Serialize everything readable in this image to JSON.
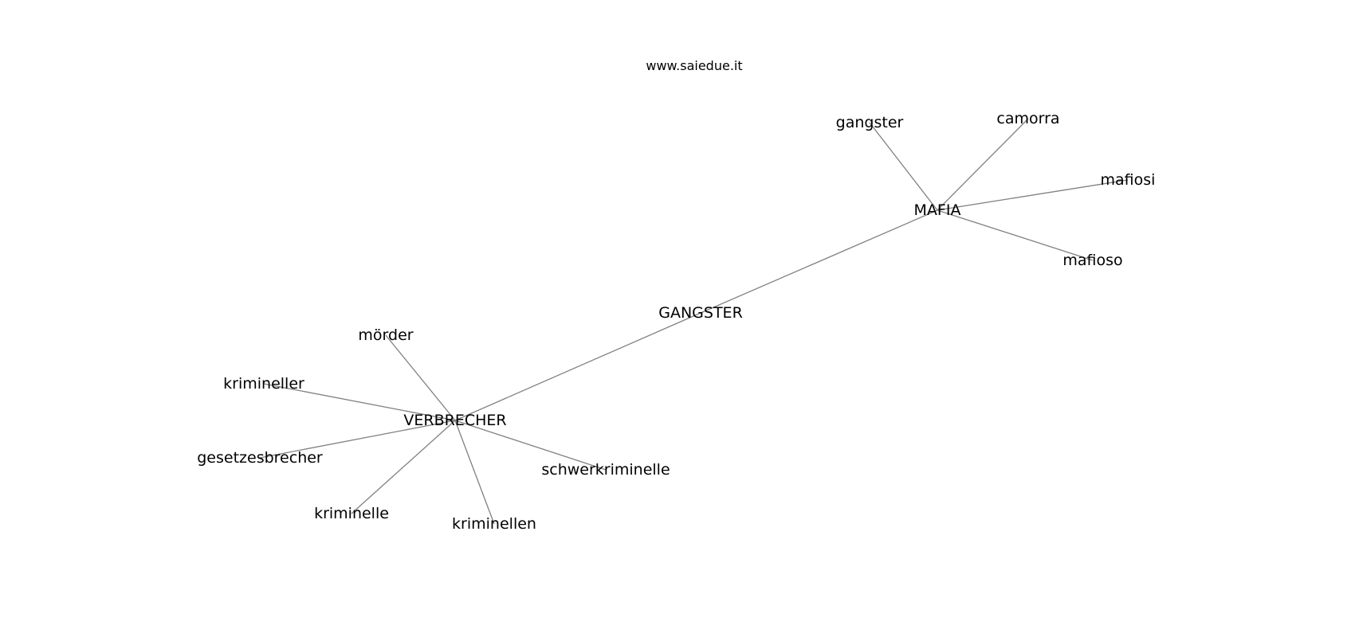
{
  "watermark": "www.saiedue.it",
  "colors": {
    "edge": "#808080",
    "text": "#000000",
    "background": "#ffffff"
  },
  "nodes": [
    {
      "id": "GANGSTER",
      "label": "GANGSTER"
    },
    {
      "id": "MAFIA",
      "label": "MAFIA"
    },
    {
      "id": "VERBRECHER",
      "label": "VERBRECHER"
    },
    {
      "id": "gangster",
      "label": "gangster"
    },
    {
      "id": "camorra",
      "label": "camorra"
    },
    {
      "id": "mafiosi",
      "label": "mafiosi"
    },
    {
      "id": "mafioso",
      "label": "mafioso"
    },
    {
      "id": "morder",
      "label": "mörder"
    },
    {
      "id": "krimineller",
      "label": "krimineller"
    },
    {
      "id": "gesetzesbrecher",
      "label": "gesetzesbrecher"
    },
    {
      "id": "kriminelle",
      "label": "kriminelle"
    },
    {
      "id": "kriminellen",
      "label": "kriminellen"
    },
    {
      "id": "schwerkriminelle",
      "label": "schwerkriminelle"
    }
  ],
  "edges": [
    [
      "GANGSTER",
      "MAFIA"
    ],
    [
      "GANGSTER",
      "VERBRECHER"
    ],
    [
      "MAFIA",
      "gangster"
    ],
    [
      "MAFIA",
      "camorra"
    ],
    [
      "MAFIA",
      "mafiosi"
    ],
    [
      "MAFIA",
      "mafioso"
    ],
    [
      "VERBRECHER",
      "morder"
    ],
    [
      "VERBRECHER",
      "krimineller"
    ],
    [
      "VERBRECHER",
      "gesetzesbrecher"
    ],
    [
      "VERBRECHER",
      "kriminelle"
    ],
    [
      "VERBRECHER",
      "kriminellen"
    ],
    [
      "VERBRECHER",
      "schwerkriminelle"
    ]
  ]
}
